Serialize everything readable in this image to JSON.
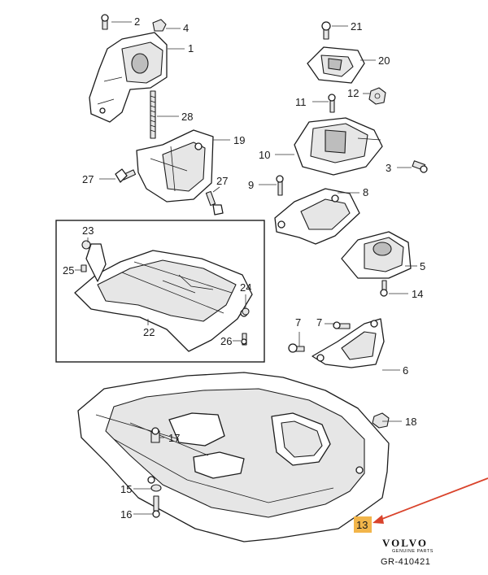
{
  "callouts": [
    "1",
    "2",
    "3",
    "4",
    "5",
    "6",
    "7",
    "7",
    "8",
    "9",
    "10",
    "11",
    "12",
    "13",
    "14",
    "15",
    "16",
    "17",
    "18",
    "19",
    "20",
    "21",
    "22",
    "23",
    "24",
    "25",
    "26",
    "27",
    "27",
    "28"
  ],
  "highlight": {
    "label": "13",
    "color": "#f2b54a",
    "arrow_color": "#d9432b"
  },
  "brand": {
    "name": "VOLVO",
    "subtitle": "GENUINE PARTS",
    "reference": "GR-410421"
  },
  "colors": {
    "line": "#1c1c1c",
    "shade": "#e6e6e6"
  }
}
